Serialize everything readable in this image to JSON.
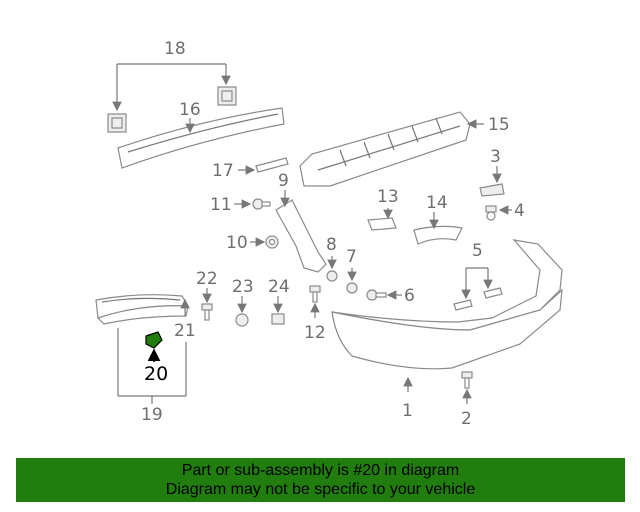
{
  "callouts": {
    "c1": "1",
    "c2": "2",
    "c3": "3",
    "c4": "4",
    "c5": "5",
    "c6": "6",
    "c7": "7",
    "c8": "8",
    "c9": "9",
    "c10": "10",
    "c11": "11",
    "c12": "12",
    "c13": "13",
    "c14": "14",
    "c15": "15",
    "c16": "16",
    "c17": "17",
    "c18": "18",
    "c19": "19",
    "c20": "20",
    "c21": "21",
    "c22": "22",
    "c23": "23",
    "c24": "24"
  },
  "highlight": {
    "part": "20",
    "color": "#207d0e"
  },
  "banner": {
    "line1": "Part or sub-assembly is #20 in diagram",
    "line2": "Diagram may not be specific to your vehicle",
    "background": "#207d0e"
  }
}
